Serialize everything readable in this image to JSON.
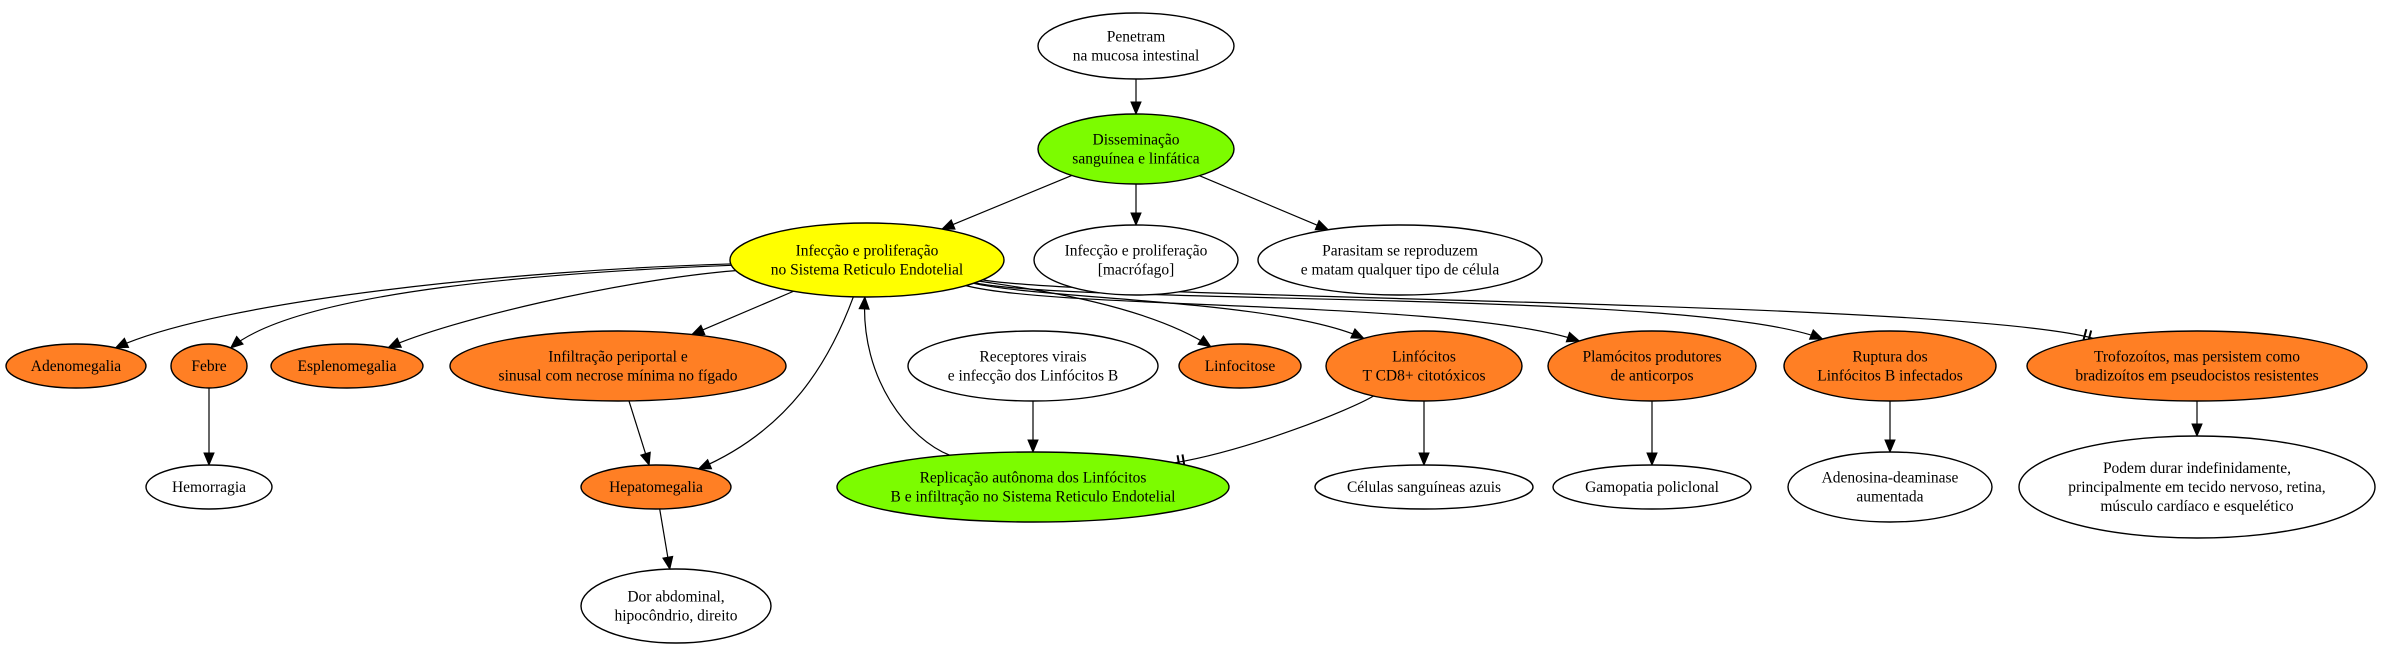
{
  "colors": {
    "white": "#ffffff",
    "green": "#7cfc00",
    "yellow": "#ffff00",
    "orange": "#ff7f24",
    "stroke": "#000000"
  },
  "nodes": {
    "penetram": {
      "lines": [
        "Penetram",
        "na mucosa intestinal"
      ],
      "fill": "white"
    },
    "disseminacao": {
      "lines": [
        "Disseminação",
        "sanguínea e linfática"
      ],
      "fill": "green"
    },
    "infeccao_ser": {
      "lines": [
        "Infecção e proliferação",
        "no Sistema Reticulo Endotelial"
      ],
      "fill": "yellow"
    },
    "infeccao_macrofago": {
      "lines": [
        "Infecção e proliferação",
        "[macrófago]"
      ],
      "fill": "white"
    },
    "parasitam": {
      "lines": [
        "Parasitam se reproduzem",
        "e matam qualquer tipo de célula"
      ],
      "fill": "white"
    },
    "adenomegalia": {
      "lines": [
        "Adenomegalia"
      ],
      "fill": "orange"
    },
    "febre": {
      "lines": [
        "Febre"
      ],
      "fill": "orange"
    },
    "esplenomegalia": {
      "lines": [
        "Esplenomegalia"
      ],
      "fill": "orange"
    },
    "infiltracao": {
      "lines": [
        "Infiltração periportal e",
        "sinusal com necrose mínima no fígado"
      ],
      "fill": "orange"
    },
    "receptores": {
      "lines": [
        "Receptores virais",
        "e infecção dos Linfócitos B"
      ],
      "fill": "white"
    },
    "linfocitose": {
      "lines": [
        "Linfocitose"
      ],
      "fill": "orange"
    },
    "linfocitos_t": {
      "lines": [
        "Linfócitos",
        "T CD8+ citotóxicos"
      ],
      "fill": "orange"
    },
    "plasmocitos": {
      "lines": [
        "Plamócitos produtores",
        "de anticorpos"
      ],
      "fill": "orange"
    },
    "ruptura": {
      "lines": [
        "Ruptura dos",
        "Linfócitos B infectados"
      ],
      "fill": "orange"
    },
    "trofozoitos": {
      "lines": [
        "Trofozoítos, mas persistem como",
        "bradizoítos em pseudocistos resistentes"
      ],
      "fill": "orange"
    },
    "hemorragia": {
      "lines": [
        "Hemorragia"
      ],
      "fill": "white"
    },
    "hepatomegalia": {
      "lines": [
        "Hepatomegalia"
      ],
      "fill": "orange"
    },
    "replicacao": {
      "lines": [
        "Replicação autônoma dos Linfócitos",
        "B e infiltração no Sistema Reticulo Endotelial"
      ],
      "fill": "green"
    },
    "celulas_azuis": {
      "lines": [
        "Células sanguíneas azuis"
      ],
      "fill": "white"
    },
    "gamopatia": {
      "lines": [
        "Gamopatia policlonal"
      ],
      "fill": "white"
    },
    "adenosina": {
      "lines": [
        "Adenosina-deaminase",
        "aumentada"
      ],
      "fill": "white"
    },
    "podem_durar": {
      "lines": [
        "Podem durar indefinidamente,",
        "principalmente em tecido nervoso, retina,",
        "músculo cardíaco e esquelético"
      ],
      "fill": "white"
    },
    "dor_abdominal": {
      "lines": [
        "Dor abdominal,",
        "hipocôndrio, direito"
      ],
      "fill": "white"
    }
  },
  "edges": [
    {
      "from": "penetram",
      "to": "disseminacao",
      "head": "arrow"
    },
    {
      "from": "disseminacao",
      "to": "infeccao_ser",
      "head": "arrow"
    },
    {
      "from": "disseminacao",
      "to": "infeccao_macrofago",
      "head": "arrow"
    },
    {
      "from": "disseminacao",
      "to": "parasitam",
      "head": "arrow"
    },
    {
      "from": "infeccao_ser",
      "to": "adenomegalia",
      "head": "arrow"
    },
    {
      "from": "infeccao_ser",
      "to": "febre",
      "head": "arrow"
    },
    {
      "from": "infeccao_ser",
      "to": "esplenomegalia",
      "head": "arrow"
    },
    {
      "from": "infeccao_ser",
      "to": "infiltracao",
      "head": "arrow"
    },
    {
      "from": "infeccao_ser",
      "to": "hepatomegalia",
      "head": "arrow"
    },
    {
      "from": "infeccao_ser",
      "to": "linfocitose",
      "head": "arrow"
    },
    {
      "from": "infeccao_ser",
      "to": "linfocitos_t",
      "head": "arrow"
    },
    {
      "from": "infeccao_ser",
      "to": "plasmocitos",
      "head": "arrow"
    },
    {
      "from": "infeccao_ser",
      "to": "ruptura",
      "head": "arrow"
    },
    {
      "from": "infeccao_ser",
      "to": "trofozoitos",
      "head": "tee"
    },
    {
      "from": "replicacao",
      "to": "infeccao_ser",
      "head": "arrow"
    },
    {
      "from": "febre",
      "to": "hemorragia",
      "head": "arrow"
    },
    {
      "from": "infiltracao",
      "to": "hepatomegalia",
      "head": "arrow"
    },
    {
      "from": "receptores",
      "to": "replicacao",
      "head": "arrow"
    },
    {
      "from": "linfocitos_t",
      "to": "replicacao",
      "head": "tee"
    },
    {
      "from": "linfocitos_t",
      "to": "celulas_azuis",
      "head": "arrow"
    },
    {
      "from": "plasmocitos",
      "to": "gamopatia",
      "head": "arrow"
    },
    {
      "from": "ruptura",
      "to": "adenosina",
      "head": "arrow"
    },
    {
      "from": "trofozoitos",
      "to": "podem_durar",
      "head": "arrow"
    },
    {
      "from": "hepatomegalia",
      "to": "dor_abdominal",
      "head": "arrow"
    }
  ]
}
